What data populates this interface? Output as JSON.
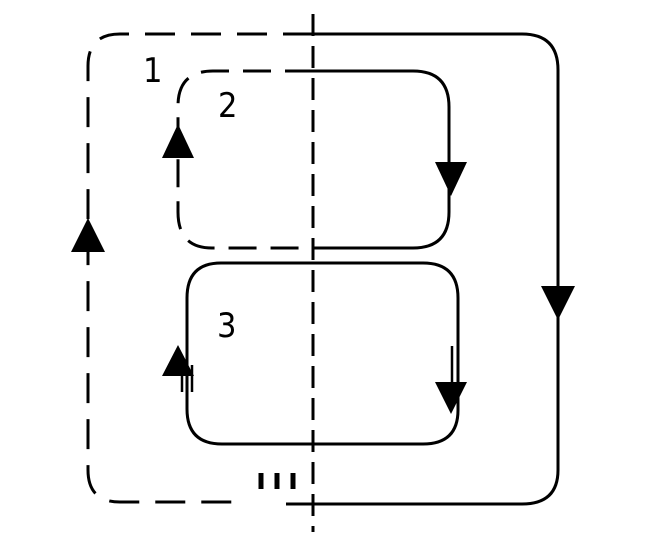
{
  "diagram": {
    "loops": [
      {
        "id": "1",
        "label": "1"
      },
      {
        "id": "2",
        "label": "2"
      },
      {
        "id": "3",
        "label": "3"
      }
    ],
    "colors": {
      "stroke": "#000000",
      "background": "#ffffff"
    }
  }
}
